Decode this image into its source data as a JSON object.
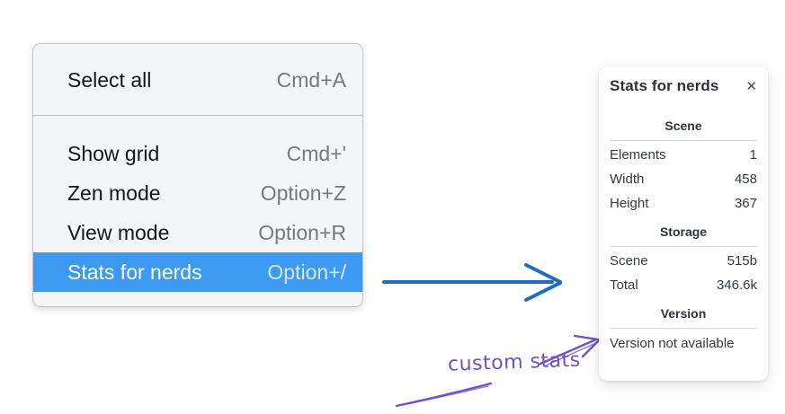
{
  "colors": {
    "menu_bg": "#f4f5f6",
    "menu_highlight": "#3d9af0",
    "arrow_blue": "#1b6ec4",
    "annotation_purple": "#6d4fd8",
    "panel_separator": "#ced4da"
  },
  "menu": {
    "items": [
      {
        "label": "Select all",
        "shortcut": "Cmd+A",
        "highlighted": false
      },
      {
        "label": "Show grid",
        "shortcut": "Cmd+'",
        "highlighted": false
      },
      {
        "label": "Zen mode",
        "shortcut": "Option+Z",
        "highlighted": false
      },
      {
        "label": "View mode",
        "shortcut": "Option+R",
        "highlighted": false
      },
      {
        "label": "Stats for nerds",
        "shortcut": "Option+/",
        "highlighted": true
      }
    ]
  },
  "stats_panel": {
    "title": "Stats for nerds",
    "close_icon": "✕",
    "sections": [
      {
        "heading": "Scene",
        "rows": [
          {
            "label": "Elements",
            "value": "1"
          },
          {
            "label": "Width",
            "value": "458"
          },
          {
            "label": "Height",
            "value": "367"
          }
        ]
      },
      {
        "heading": "Storage",
        "rows": [
          {
            "label": "Scene",
            "value": "515b"
          },
          {
            "label": "Total",
            "value": "346.6k"
          }
        ]
      },
      {
        "heading": "Version",
        "note": "Version not available"
      }
    ]
  },
  "annotation": {
    "label": "custom stats"
  }
}
